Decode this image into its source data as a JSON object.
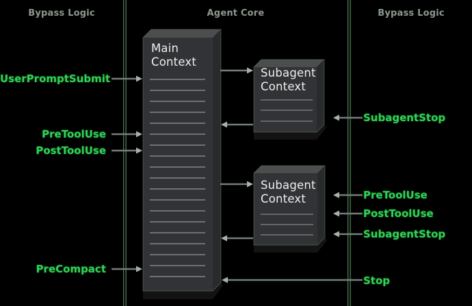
{
  "diagram": {
    "headers": {
      "left": "Bypass Logic",
      "center": "Agent Core",
      "right": "Bypass Logic"
    },
    "boxes": {
      "main": {
        "title": "Main Context"
      },
      "subagent_top": {
        "title": "Subagent Context"
      },
      "subagent_bottom": {
        "title": "Subagent Context"
      }
    },
    "left_hooks": [
      {
        "label": "UserPromptSubmit"
      },
      {
        "label": "PreToolUse"
      },
      {
        "label": "PostToolUse"
      },
      {
        "label": "PreCompact"
      }
    ],
    "right_hooks": [
      {
        "label": "SubagentStop"
      },
      {
        "label": "PreToolUse"
      },
      {
        "label": "PostToolUse"
      },
      {
        "label": "SubagentStop"
      },
      {
        "label": "Stop"
      }
    ],
    "colors": {
      "background": "#000000",
      "hook_label_green": "#30d355",
      "header_gray": "#8d988e",
      "guide_line_green": "#4e7c55",
      "arrow_shaft_gray": "#75807a",
      "arrow_head_gray": "#a8b0a8",
      "box_front": "#323336",
      "box_top": "#4b4e4c",
      "box_side": "#292a2c",
      "box_text": "#eef0ee",
      "ruled_line": "#8f968f"
    }
  }
}
